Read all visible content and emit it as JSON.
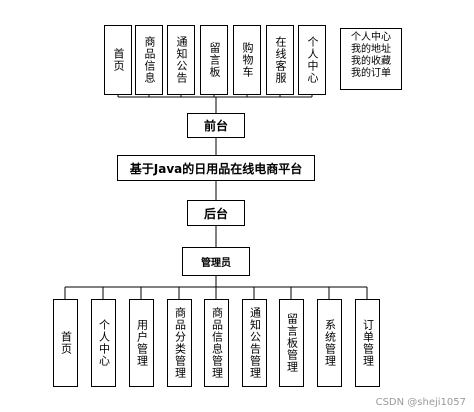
{
  "front": {
    "title": "前台",
    "modules": [
      "首页",
      "商品信息",
      "通知公告",
      "留言板",
      "购物车",
      "在线客服",
      "个人中心"
    ],
    "personal_center_items": [
      "个人中心",
      "我的地址",
      "我的收藏",
      "我的订单"
    ]
  },
  "platform": {
    "title": "基于Java的日用品在线电商平台"
  },
  "back": {
    "title": "后台",
    "role": "管理员",
    "modules": [
      "首页",
      "个人中心",
      "用户管理",
      "商品分类管理",
      "商品信息管理",
      "通知公告管理",
      "留言板管理",
      "系统管理",
      "订单管理"
    ]
  },
  "watermark": "CSDN @sheji1057"
}
